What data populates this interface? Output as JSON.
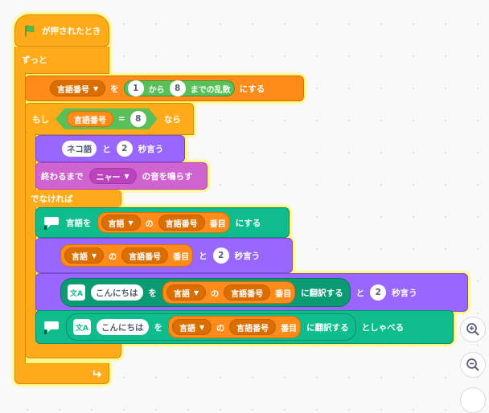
{
  "hat": {
    "label": "が押されたとき",
    "icon": "green-flag-icon"
  },
  "forever": {
    "label": "ずっと"
  },
  "set_lang_num": {
    "var": "言語番号",
    "to": "を",
    "from_val": "1",
    "from": "から",
    "to_val": "8",
    "random": "までの乱数",
    "set": "にする"
  },
  "if_block": {
    "label": "もし",
    "var": "言語番号",
    "eq": "=",
    "value": "8",
    "then": "なら"
  },
  "say_secs": {
    "text": "ネコ語",
    "and": "と",
    "secs": "2",
    "label": "秒言う"
  },
  "play_sound": {
    "label": "終わるまで",
    "sound": "ニャー",
    "suffix": "の音を鳴らす"
  },
  "else_label": "でなければ",
  "set_lang": {
    "label": "言語を",
    "list": "言語",
    "of": "の",
    "index": "言語番号",
    "item": "番目",
    "set": "にする"
  },
  "say_item": {
    "list": "言語",
    "of": "の",
    "index": "言語番号",
    "item": "番目",
    "and": "と",
    "secs": "2",
    "label": "秒言う"
  },
  "say_translate": {
    "text": "こんにちは",
    "wo": "を",
    "list": "言語",
    "of": "の",
    "index": "言語番号",
    "item": "番目",
    "translate": "に翻訳する",
    "and": "と",
    "secs": "2",
    "label": "秒言う"
  },
  "speak_translate": {
    "text": "こんにちは",
    "wo": "を",
    "list": "言語",
    "of": "の",
    "index": "言語番号",
    "item": "番目",
    "translate": "に翻訳する",
    "speak": "としゃべる"
  },
  "zoom": {
    "in_icon": "zoom-in-icon",
    "out_icon": "zoom-out-icon"
  },
  "colors": {
    "control": "#ffab19",
    "data": "#ff8c1a",
    "operator": "#59c059",
    "looks": "#9966ff",
    "sound": "#cf63cf",
    "extension": "#0fbd8c",
    "highlight": "#fff55c"
  }
}
